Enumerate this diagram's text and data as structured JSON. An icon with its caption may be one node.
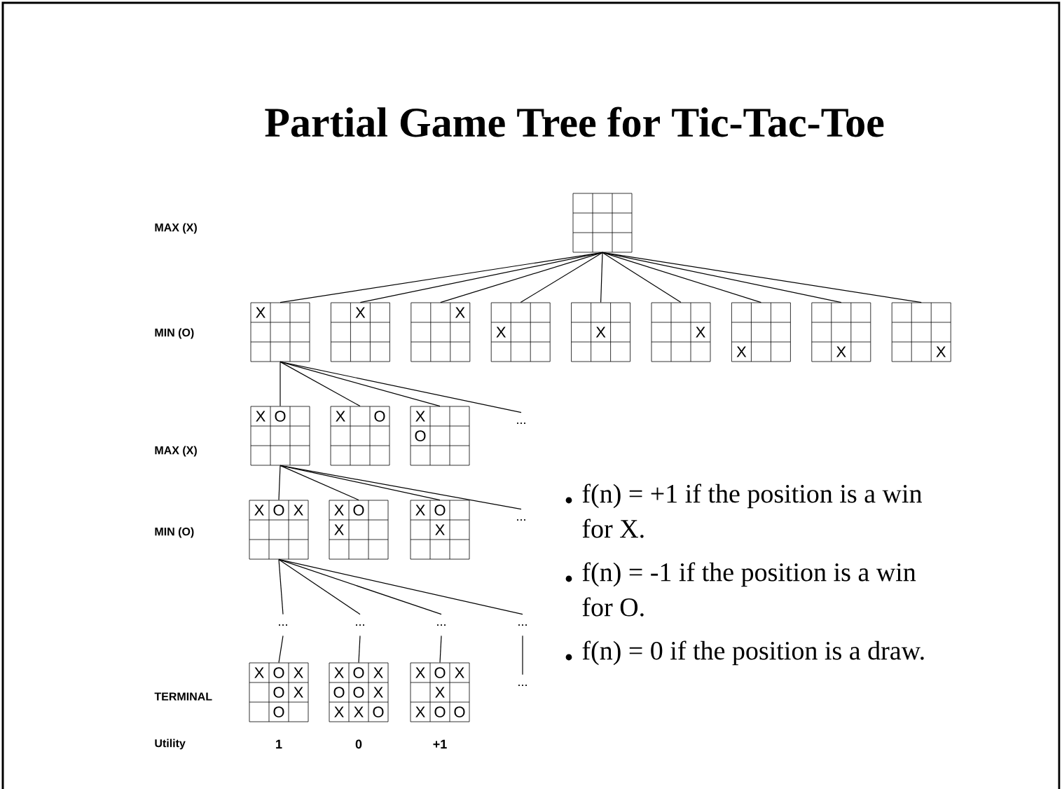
{
  "diagram": {
    "title": "Partial Game Tree for Tic-Tac-Toe",
    "nodes": [
      {
        "text": [],
        "shape": "grid"
      },
      {
        "text": [
          "X"
        ]
      },
      {
        "text": [
          "X"
        ]
      },
      {
        "text": [
          "X"
        ]
      },
      {
        "text": [
          "X"
        ]
      },
      {
        "text": [
          "X"
        ]
      },
      {
        "text": [
          "X"
        ]
      },
      {
        "text": [
          "X"
        ]
      },
      {
        "text": [
          "X"
        ]
      },
      {
        "text": [
          "X"
        ]
      },
      {
        "text": [
          "X",
          "O"
        ]
      },
      {
        "text": [
          "X",
          "O"
        ]
      },
      {
        "text": [
          "X",
          "O"
        ]
      },
      {
        "text": [
          "..."
        ]
      },
      {
        "text": [
          "X",
          "O",
          "X"
        ]
      },
      {
        "text": [
          "X",
          "O",
          "X"
        ]
      },
      {
        "text": [
          "X",
          "O",
          "X"
        ]
      },
      {
        "text": [
          "..."
        ]
      },
      {
        "text": [
          "..."
        ]
      },
      {
        "text": [
          "..."
        ]
      },
      {
        "text": [
          "..."
        ]
      },
      {
        "text": [
          "..."
        ]
      },
      {
        "text": [
          "X",
          "O",
          "X",
          "O",
          "X",
          "O"
        ],
        "beside": [
          "1"
        ]
      },
      {
        "text": [
          "X",
          "O",
          "X",
          "O",
          "O",
          "X",
          "X",
          "X",
          "O"
        ],
        "beside": [
          "0"
        ]
      },
      {
        "text": [
          "X",
          "O",
          "X",
          "X",
          "X",
          "O",
          "O"
        ],
        "beside": [
          "+1"
        ]
      },
      {
        "text": [
          "..."
        ]
      }
    ],
    "edges": [
      {
        "from": 0,
        "to": 1,
        "arrow": "none"
      },
      {
        "from": 0,
        "to": 2,
        "arrow": "none"
      },
      {
        "from": 0,
        "to": 3,
        "arrow": "none"
      },
      {
        "from": 0,
        "to": 4,
        "arrow": "none"
      },
      {
        "from": 0,
        "to": 5,
        "arrow": "none"
      },
      {
        "from": 0,
        "to": 6,
        "arrow": "none"
      },
      {
        "from": 0,
        "to": 7,
        "arrow": "none"
      },
      {
        "from": 0,
        "to": 8,
        "arrow": "none"
      },
      {
        "from": 0,
        "to": 9,
        "arrow": "none"
      },
      {
        "from": 1,
        "to": 10,
        "arrow": "none"
      },
      {
        "from": 1,
        "to": 11,
        "arrow": "none"
      },
      {
        "from": 1,
        "to": 12,
        "arrow": "none"
      },
      {
        "from": 1,
        "to": 13,
        "arrow": "none"
      },
      {
        "from": 10,
        "to": 14,
        "arrow": "none"
      },
      {
        "from": 10,
        "to": 15,
        "arrow": "none"
      },
      {
        "from": 10,
        "to": 16,
        "arrow": "none"
      },
      {
        "from": 10,
        "to": 17,
        "arrow": "none"
      },
      {
        "from": 14,
        "to": 18,
        "arrow": "none"
      },
      {
        "from": 14,
        "to": 19,
        "arrow": "none"
      },
      {
        "from": 14,
        "to": 20,
        "arrow": "none"
      },
      {
        "from": 14,
        "to": 21,
        "arrow": "none"
      },
      {
        "from": 18,
        "to": 22,
        "arrow": "none"
      },
      {
        "from": 19,
        "to": 23,
        "arrow": "none"
      },
      {
        "from": 20,
        "to": 24,
        "arrow": "none"
      },
      {
        "from": 21,
        "to": 25,
        "arrow": "none"
      }
    ],
    "labels": [
      "MAX (X)",
      "MIN (O)",
      "MAX (X)",
      "MIN (O)",
      "TERMINAL",
      "Utility",
      "f(n) = +1 if the position is a win for X.",
      "f(n) = -1 if the position is a win for O.",
      "f(n) = 0 if the position is a draw."
    ]
  }
}
